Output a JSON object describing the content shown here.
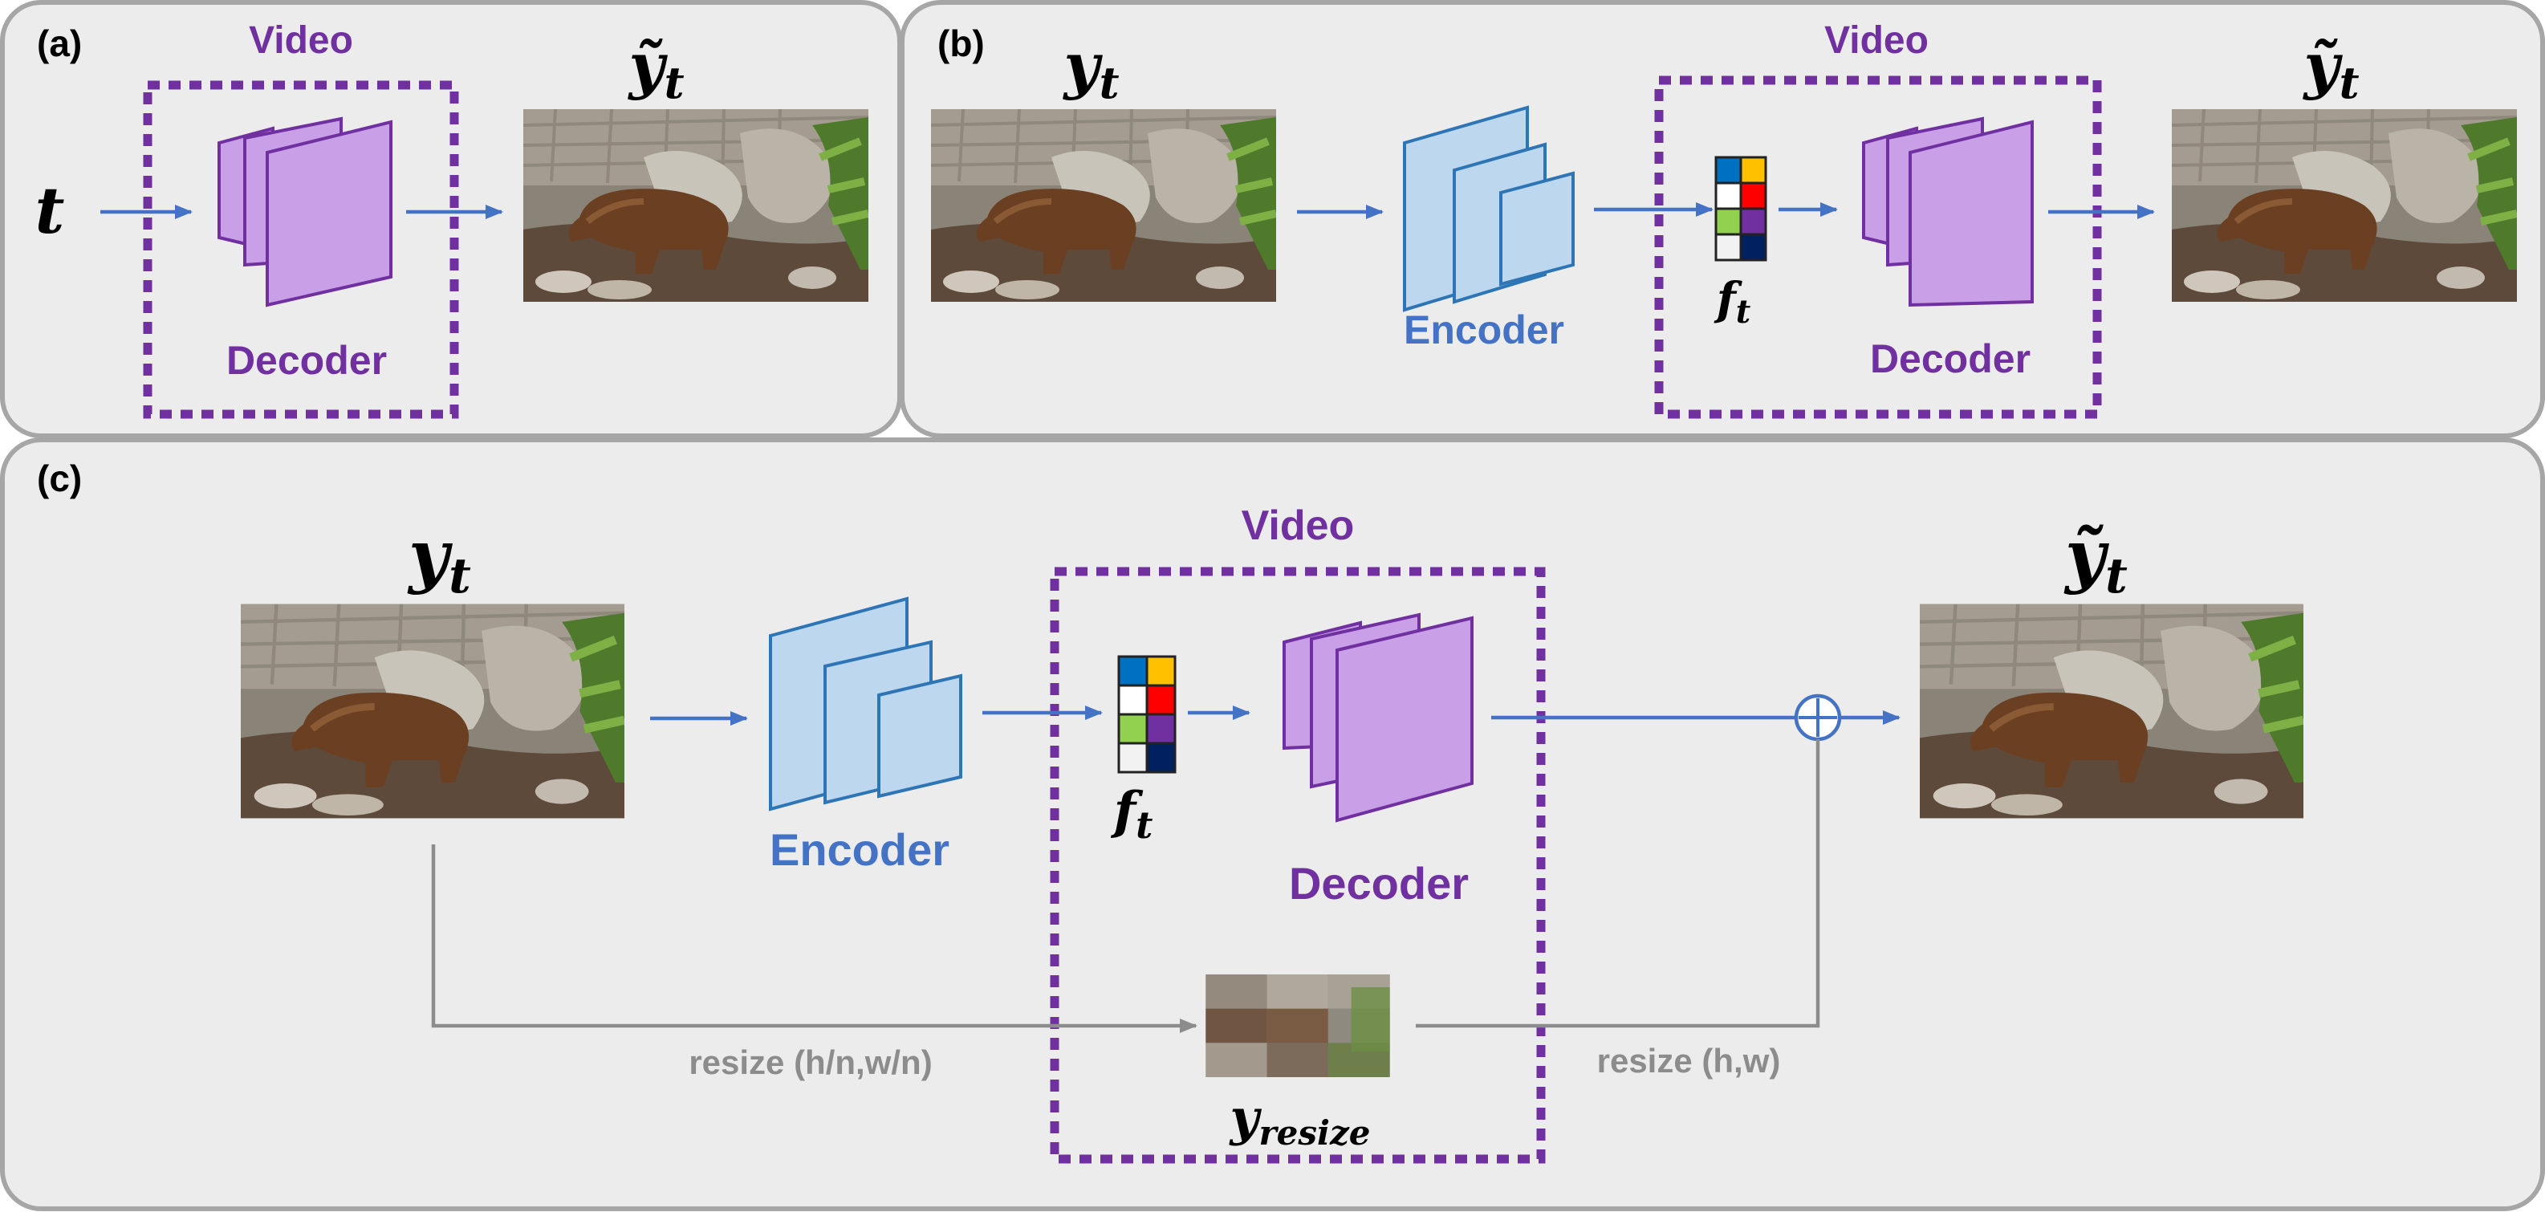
{
  "panels": {
    "a": {
      "tag": "(a)",
      "input_symbol": "t",
      "video_label": "Video",
      "decoder_label": "Decoder",
      "output_symbol": "ỹ",
      "output_sub": "t"
    },
    "b": {
      "tag": "(b)",
      "input_symbol": "y",
      "input_sub": "t",
      "encoder_label": "Encoder",
      "video_label": "Video",
      "feature_symbol": "f",
      "feature_sub": "t",
      "decoder_label": "Decoder",
      "output_symbol": "ỹ",
      "output_sub": "t"
    },
    "c": {
      "tag": "(c)",
      "input_symbol": "y",
      "input_sub": "t",
      "encoder_label": "Encoder",
      "video_label": "Video",
      "feature_symbol": "f",
      "feature_sub": "t",
      "decoder_label": "Decoder",
      "output_symbol": "ỹ",
      "output_sub": "t",
      "resize_down_label": "resize (h/n,w/n)",
      "resize_up_label": "resize (h,w)",
      "resize_symbol": "y",
      "resize_sub": "resize",
      "add_symbol": "+"
    }
  },
  "colors": {
    "encoder": "#bdd7ee",
    "encoder_stroke": "#2e75b6",
    "decoder": "#c9a0e8",
    "decoder_stroke": "#7030a0",
    "arrow": "#4472c4",
    "skip_arrow": "#8c8c8c",
    "video_box": "#7030a0",
    "encoder_text": "#4472c4",
    "video_text": "#7030a0",
    "resize_text": "#8c8c8c"
  },
  "feature_grid_colors": [
    "#0070c0",
    "#ffc000",
    "#ffffff",
    "#ff0000",
    "#92d050",
    "#7030a0",
    "#f2f2f2",
    "#002060"
  ]
}
